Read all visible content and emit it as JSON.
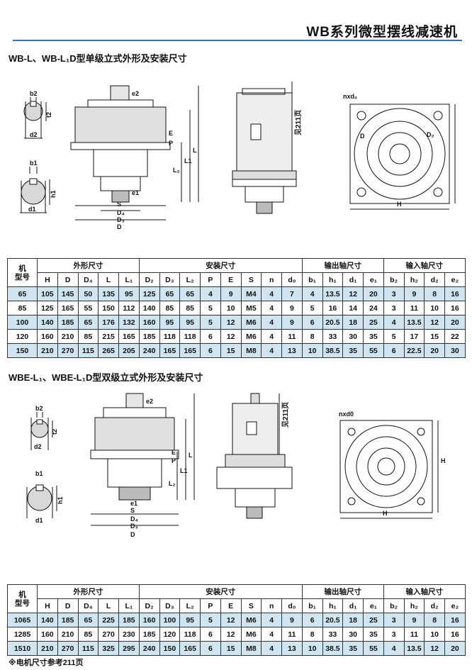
{
  "header": {
    "title": "WB系列微型摆线减速机"
  },
  "section1": {
    "title": "WB-L、WB-L₁D型单级立式外形及安装尺寸",
    "labels": {
      "b2": "b2",
      "t2": "t2",
      "d2": "d2",
      "b1": "b1",
      "h1": "h1",
      "d1": "d1",
      "e2": "e2",
      "E": "E",
      "P": "P",
      "L2": "L₂",
      "L1": "L1",
      "L": "L",
      "e1": "e1",
      "S": "S",
      "D4": "D₄",
      "D3": "D₃",
      "D": "D",
      "see_page": "见211页",
      "nxd0": "nxd₀",
      "D_right": "D",
      "D2_right": "D₂",
      "H": "H"
    },
    "table": {
      "group_headers": [
        "外形尺寸",
        "安装尺寸",
        "输出轴尺寸",
        "输入轴尺寸"
      ],
      "model_header": [
        "机",
        "型号"
      ],
      "columns": [
        "H",
        "D",
        "D₄",
        "L",
        "L₁",
        "D₂",
        "D₃",
        "L₂",
        "P",
        "E",
        "S",
        "n",
        "d₀",
        "b₁",
        "h₁",
        "d₁",
        "e₁",
        "b₂",
        "h₂",
        "d₂",
        "e₂"
      ],
      "rows": [
        {
          "model": "65",
          "cells": [
            "105",
            "145",
            "50",
            "135",
            "95",
            "125",
            "65",
            "65",
            "4",
            "9",
            "M4",
            "4",
            "7",
            "4",
            "13.5",
            "12",
            "20",
            "3",
            "9",
            "8",
            "16"
          ]
        },
        {
          "model": "85",
          "cells": [
            "125",
            "165",
            "55",
            "150",
            "112",
            "140",
            "85",
            "85",
            "5",
            "10",
            "M5",
            "4",
            "9",
            "5",
            "16",
            "14",
            "24",
            "3",
            "11",
            "10",
            "16"
          ]
        },
        {
          "model": "100",
          "cells": [
            "140",
            "185",
            "65",
            "176",
            "132",
            "160",
            "95",
            "95",
            "5",
            "12",
            "M6",
            "4",
            "9",
            "6",
            "20.5",
            "18",
            "25",
            "4",
            "13.5",
            "12",
            "20"
          ]
        },
        {
          "model": "120",
          "cells": [
            "160",
            "210",
            "85",
            "215",
            "165",
            "185",
            "118",
            "118",
            "6",
            "12",
            "M6",
            "4",
            "11",
            "8",
            "33",
            "30",
            "35",
            "5",
            "17",
            "15",
            "22"
          ]
        },
        {
          "model": "150",
          "cells": [
            "210",
            "270",
            "115",
            "265",
            "205",
            "240",
            "165",
            "165",
            "6",
            "15",
            "M8",
            "4",
            "13",
            "10",
            "38.5",
            "35",
            "55",
            "6",
            "22.5",
            "20",
            "30"
          ]
        }
      ]
    }
  },
  "section2": {
    "title": "WBE-L₁、WBE-L₁D型双级立式外形及安装尺寸",
    "labels": {
      "b2": "b2",
      "t2": "t2",
      "d2": "d2",
      "b1": "b1",
      "h1": "h1",
      "d1": "d1",
      "e2": "e2",
      "E": "E",
      "P": "P",
      "L2": "L₂",
      "L1": "L1",
      "L": "L",
      "e1": "e1",
      "S": "S",
      "D4": "D₄",
      "D3": "D₃",
      "D": "D",
      "see_page": "见211页",
      "nxd0": "nxd0",
      "H": "H",
      "H_side": "H"
    },
    "table": {
      "group_headers": [
        "外形尺寸",
        "安装尺寸",
        "输出轴尺寸",
        "输入轴尺寸"
      ],
      "model_header": [
        "机",
        "型号"
      ],
      "columns": [
        "H",
        "D",
        "D₄",
        "L",
        "L₁",
        "D₂",
        "D₃",
        "L₂",
        "P",
        "E",
        "S",
        "n",
        "d₀",
        "b₁",
        "h₁",
        "d₁",
        "e₁",
        "b₂",
        "h₂",
        "d₂",
        "e₂"
      ],
      "rows": [
        {
          "model": "1065",
          "cells": [
            "140",
            "185",
            "65",
            "225",
            "185",
            "160",
            "100",
            "95",
            "5",
            "12",
            "M6",
            "4",
            "9",
            "6",
            "20.5",
            "18",
            "25",
            "3",
            "9",
            "8",
            "16"
          ]
        },
        {
          "model": "1285",
          "cells": [
            "160",
            "210",
            "85",
            "270",
            "230",
            "185",
            "120",
            "118",
            "6",
            "12",
            "M6",
            "4",
            "11",
            "8",
            "33",
            "30",
            "35",
            "3",
            "11",
            "10",
            "16"
          ]
        },
        {
          "model": "1510",
          "cells": [
            "210",
            "270",
            "115",
            "325",
            "295",
            "240",
            "150",
            "165",
            "6",
            "15",
            "M8",
            "4",
            "13",
            "10",
            "38.5",
            "35",
            "55",
            "4",
            "13.5",
            "12",
            "20"
          ]
        }
      ]
    }
  },
  "footnote": "※电机尺寸参考211页",
  "colors": {
    "accent_rule": "#3b6fb4",
    "row_highlight": "#cfe5f2"
  }
}
